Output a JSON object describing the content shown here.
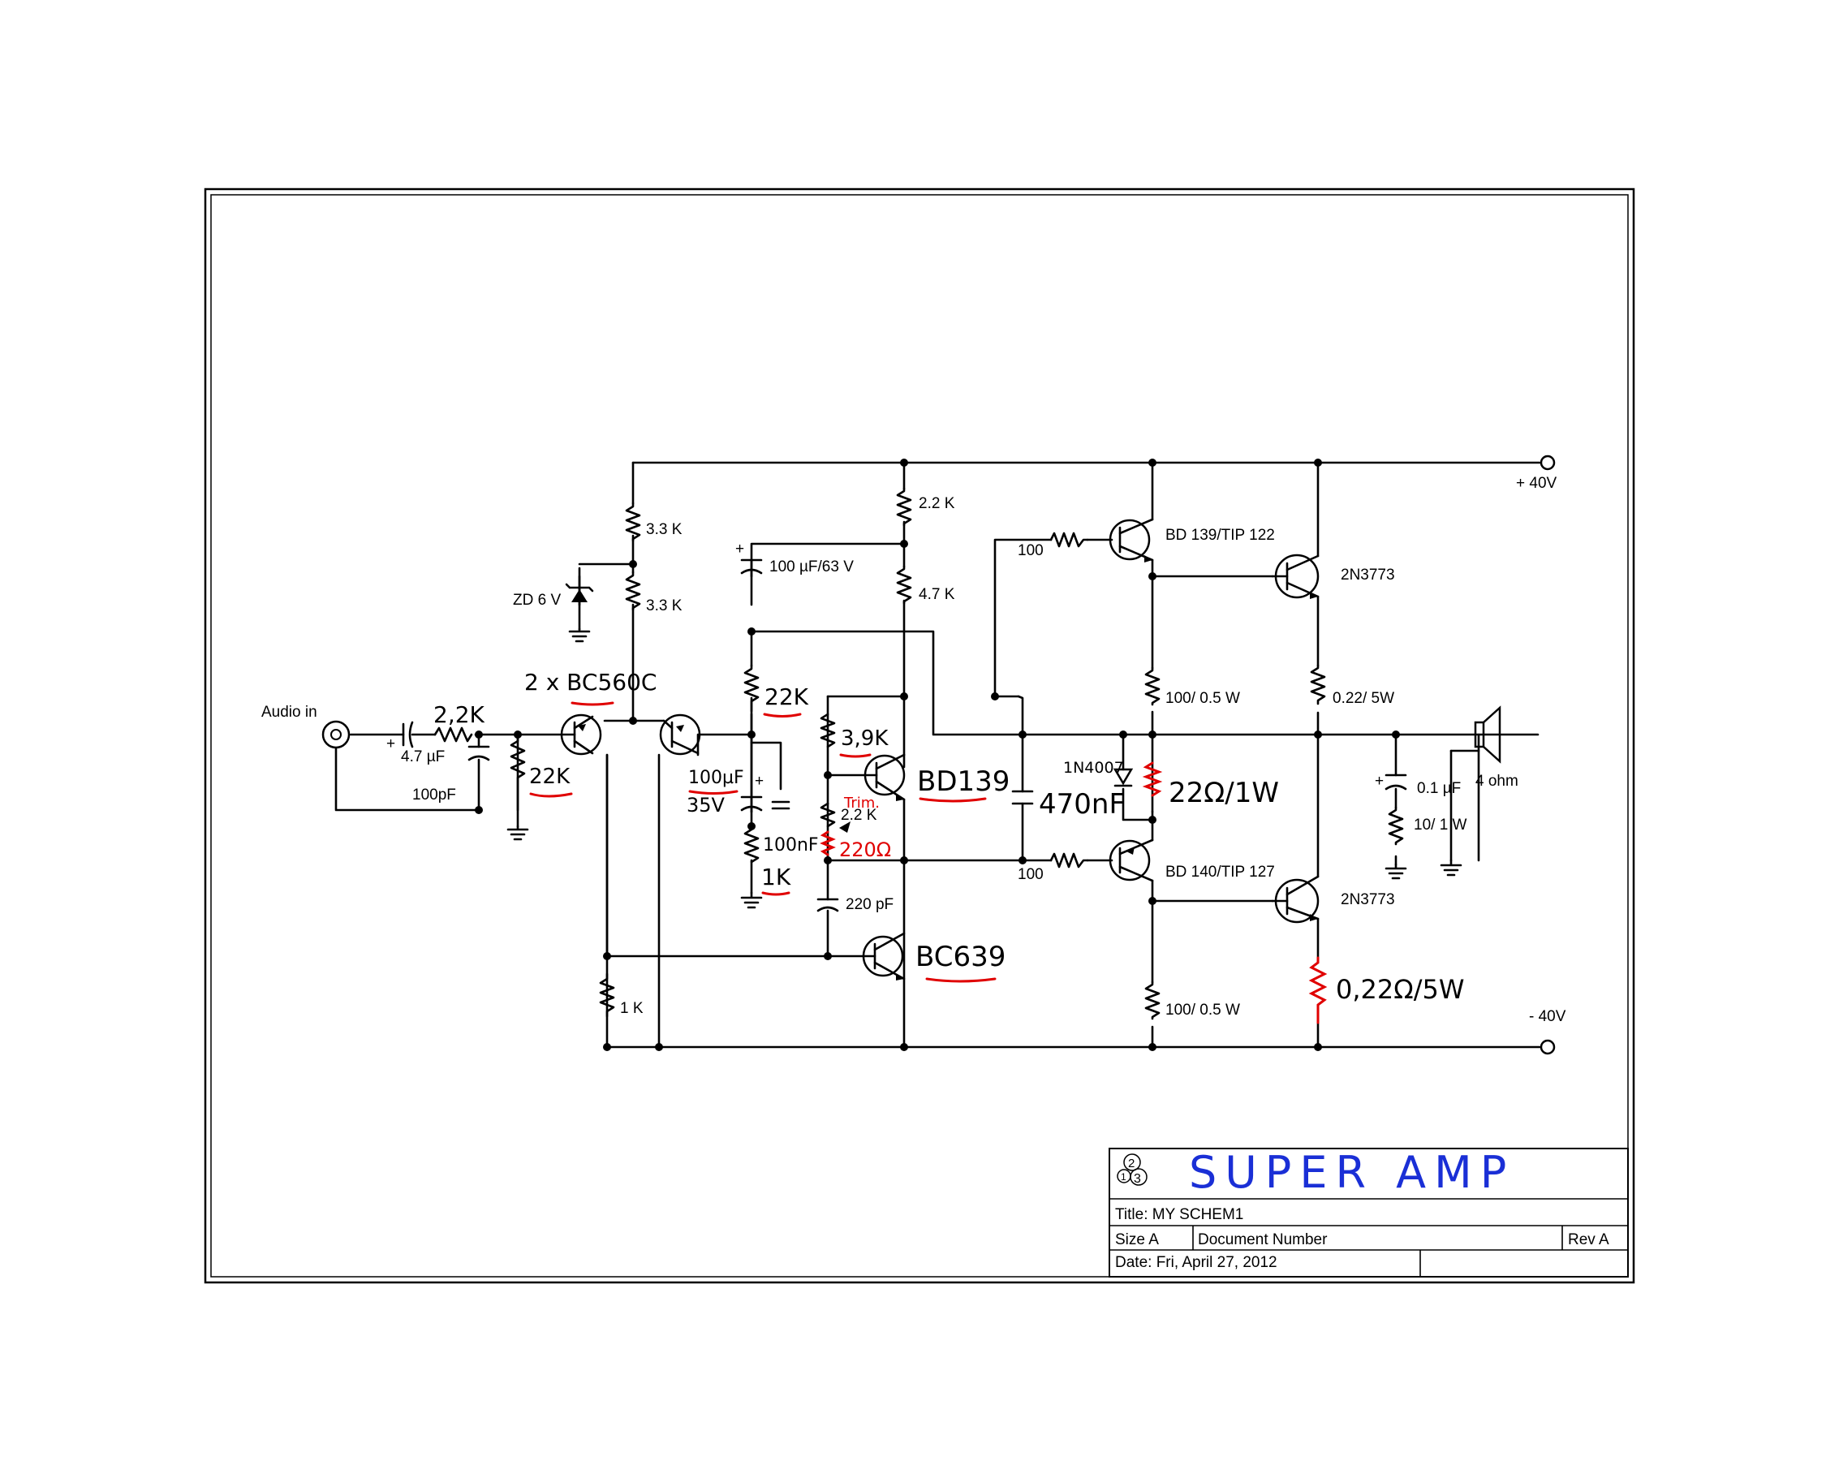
{
  "title_block": {
    "handwritten_title": "SUPER AMP",
    "title": "Title: MY SCHEM1",
    "size": "Size A",
    "document_number": "Document Number",
    "rev": "Rev A",
    "date": "Date: Fri, April 27, 2012"
  },
  "labels": {
    "audio_in": "Audio in",
    "plus_40v": "+ 40V",
    "minus_40v": "- 40V",
    "cap_4u7": "4.7 µF",
    "cap_plus": "+",
    "cap_100pf": "100pF",
    "zd": "ZD 6 V",
    "r_3k3_top": "3.3 K",
    "r_3k3_bot": "3.3 K",
    "cap_100u": "100 µF/63 V",
    "r_2k2": "2.2 K",
    "r_4k7": "4.7 K",
    "r_100_top": "100",
    "r_100_bot": "100",
    "q_drv_top": "BD 139/TIP 122",
    "q_drv_bot": "BD 140/TIP 127",
    "q_out_top": "2N3773",
    "q_out_bot": "2N3773",
    "r_emit_top": "100/ 0.5 W",
    "r_emit_bot": "100/ 0.5 W",
    "r_022_top": "0.22/ 5W",
    "cap_01u": "0.1 µF",
    "r_10": "10/ 1 W",
    "speaker": "4 ohm",
    "r_1k": "1 K",
    "cap_220p": "220 pF",
    "trim_2k2": "2.2 K"
  },
  "handwritten": {
    "r_2k2_in": "2,2K",
    "r_22k_in": "22K",
    "q_bc560": "2 x BC560C",
    "r_22k_mid": "22K",
    "cap_100uf": "100µF",
    "cap_35v": "35V",
    "cap_100nf": "100nF",
    "r_1k": "1K",
    "r_3k9": "3,9K",
    "q_bd139": "BD139",
    "trim": "Trim.",
    "r_220": "220Ω",
    "cap_470nf": "470nF",
    "diode": "1N4007",
    "r_22_1w": "22Ω/1W",
    "q_bc639": "BC639",
    "r_022_5w": "0,22Ω/5W"
  },
  "colors": {
    "ink": "#000000",
    "red_ink": "#e00000",
    "blue_ink": "#1a2fd6"
  }
}
